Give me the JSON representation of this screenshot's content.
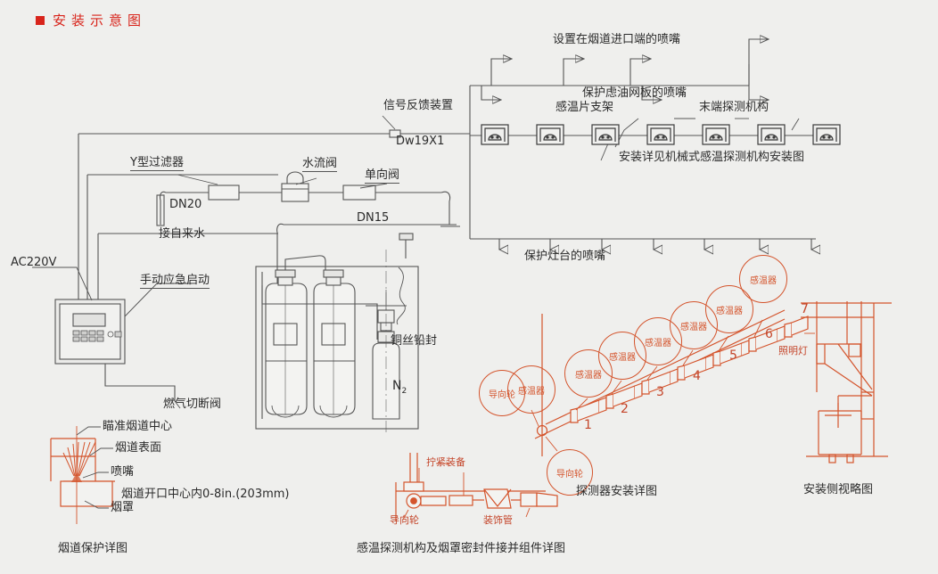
{
  "header": {
    "bullet": "■",
    "title": "安装示意图",
    "color": "#d8241b"
  },
  "colors": {
    "background": "#efefed",
    "line_gray": "#555555",
    "accent_red": "#d4542c",
    "title_red": "#d8241b",
    "text": "#2b2b2b"
  },
  "main_schematic": {
    "labels": {
      "signal_feedback": "信号反馈装置",
      "dw_code": "Dw19X1",
      "nozzle_flue_inlet": "设置在烟道进口端的喷嘴",
      "nozzle_oil_filter": "保护虑油网板的喷嘴",
      "sensor_bracket": "感温片支架",
      "end_detector": "末端探测机构",
      "install_ref": "安装详见机械式感温探测机构安装图",
      "y_filter": "Y型过滤器",
      "dn20": "DN20",
      "tap_water": "接自来水",
      "flow_valve": "水流阀",
      "check_valve": "单向阀",
      "dn15": "DN15",
      "ac220v": "AC220V",
      "manual_emergency_start": "手动应急启动",
      "gas_shutoff_valve": "燃气切断阀",
      "copper_lead_seal": "铜丝铅封",
      "nitrogen": "N",
      "nitrogen_sub": "2",
      "stove_nozzle": "保护灶台的喷嘴"
    },
    "sensor_count": 7,
    "flue_nozzle_branch_count": 4,
    "stove_nozzle_count": 7
  },
  "detector_detail": {
    "caption": "探测器安装详图",
    "guide_wheel": "导向轮",
    "sensor_tag": "感温器",
    "numbers": [
      "1",
      "2",
      "3",
      "4",
      "5",
      "6",
      "7"
    ],
    "guide_wheel_count": 2,
    "sensor_tag_count": 7
  },
  "side_view": {
    "caption": "安装侧视略图",
    "lamp": "照明灯"
  },
  "flue_detail": {
    "caption": "烟道保护详图",
    "aim_center": "瞄准烟道中心",
    "flue_surface": "烟道表面",
    "nozzle": "喷嘴",
    "hood": "烟罩",
    "opening_spec": "烟道开口中心内0-8in.(203mm)"
  },
  "seal_detail": {
    "caption": "感温探测机构及烟罩密封件接并组件详图",
    "tighten_device": "拧紧装备",
    "guide_wheel": "导向轮",
    "decorative_pipe": "装饰管"
  }
}
